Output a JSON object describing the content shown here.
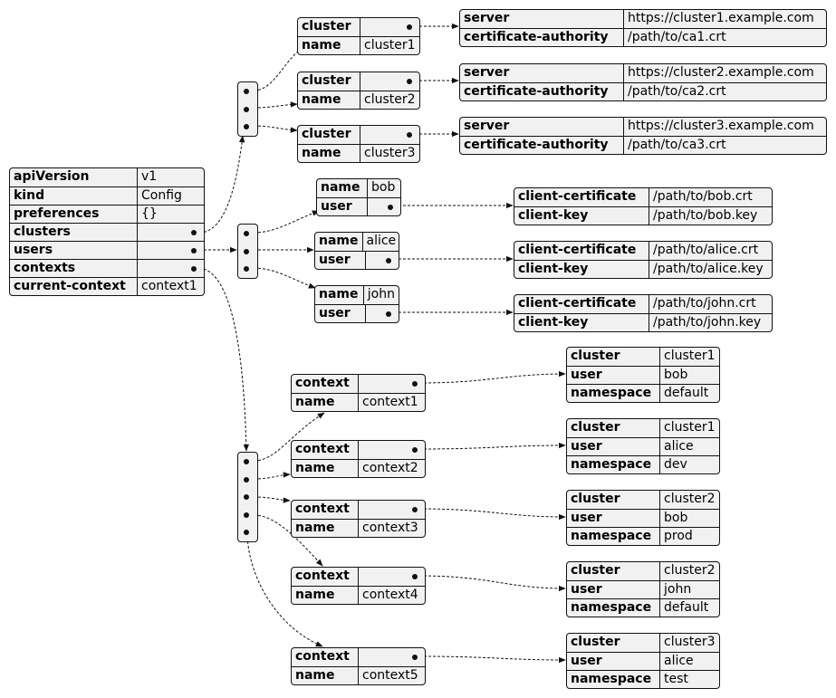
{
  "root": {
    "rows": [
      {
        "key": "apiVersion",
        "value": "v1"
      },
      {
        "key": "kind",
        "value": "Config"
      },
      {
        "key": "preferences",
        "value": "{}"
      },
      {
        "key": "clusters",
        "value": ""
      },
      {
        "key": "users",
        "value": ""
      },
      {
        "key": "contexts",
        "value": ""
      },
      {
        "key": "current-context",
        "value": "context1"
      }
    ]
  },
  "clusters": [
    {
      "name": "cluster1",
      "server": "https://cluster1.example.com",
      "ca": "/path/to/ca1.crt"
    },
    {
      "name": "cluster2",
      "server": "https://cluster2.example.com",
      "ca": "/path/to/ca2.crt"
    },
    {
      "name": "cluster3",
      "server": "https://cluster3.example.com",
      "ca": "/path/to/ca3.crt"
    }
  ],
  "users": [
    {
      "name": "bob",
      "cert": "/path/to/bob.crt",
      "key": "/path/to/bob.key"
    },
    {
      "name": "alice",
      "cert": "/path/to/alice.crt",
      "key": "/path/to/alice.key"
    },
    {
      "name": "john",
      "cert": "/path/to/john.crt",
      "key": "/path/to/john.key"
    }
  ],
  "contexts": [
    {
      "name": "context1",
      "cluster": "cluster1",
      "user": "bob",
      "namespace": "default"
    },
    {
      "name": "context2",
      "cluster": "cluster1",
      "user": "alice",
      "namespace": "dev"
    },
    {
      "name": "context3",
      "cluster": "cluster2",
      "user": "bob",
      "namespace": "prod"
    },
    {
      "name": "context4",
      "cluster": "cluster2",
      "user": "john",
      "namespace": "default"
    },
    {
      "name": "context5",
      "cluster": "cluster3",
      "user": "alice",
      "namespace": "test"
    }
  ],
  "keys": {
    "cluster": "cluster",
    "name": "name",
    "server": "server",
    "ca": "certificate-authority",
    "user": "user",
    "cert": "client-certificate",
    "key": "client-key",
    "context": "context",
    "namespace": "namespace"
  }
}
